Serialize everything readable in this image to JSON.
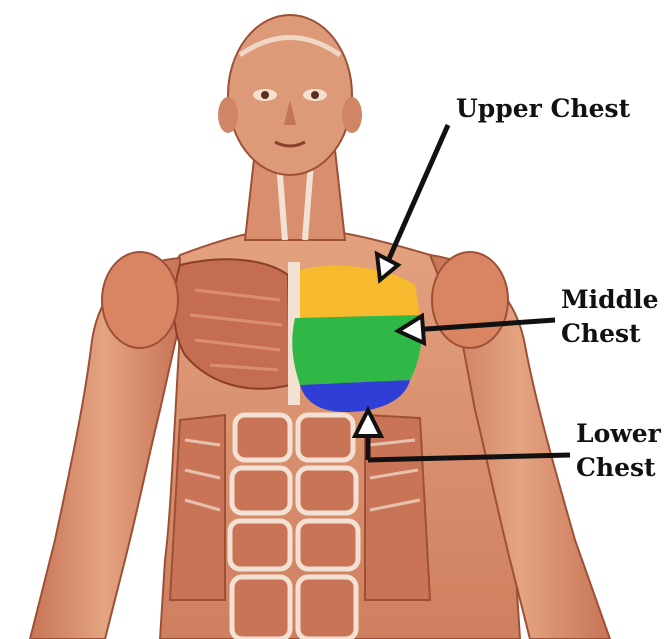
{
  "labels": {
    "upper": [
      "Upper Chest"
    ],
    "middle": [
      "Middle",
      "Chest"
    ],
    "lower": [
      "Lower",
      "Chest"
    ]
  },
  "colors": {
    "upper_region": "#f7b92e",
    "middle_region": "#2fb846",
    "lower_region": "#2f3fd6",
    "muscle": "#d98f6e",
    "muscle_dark": "#a5553b",
    "tendon": "#f3e2d3",
    "arrow": "#111111"
  }
}
